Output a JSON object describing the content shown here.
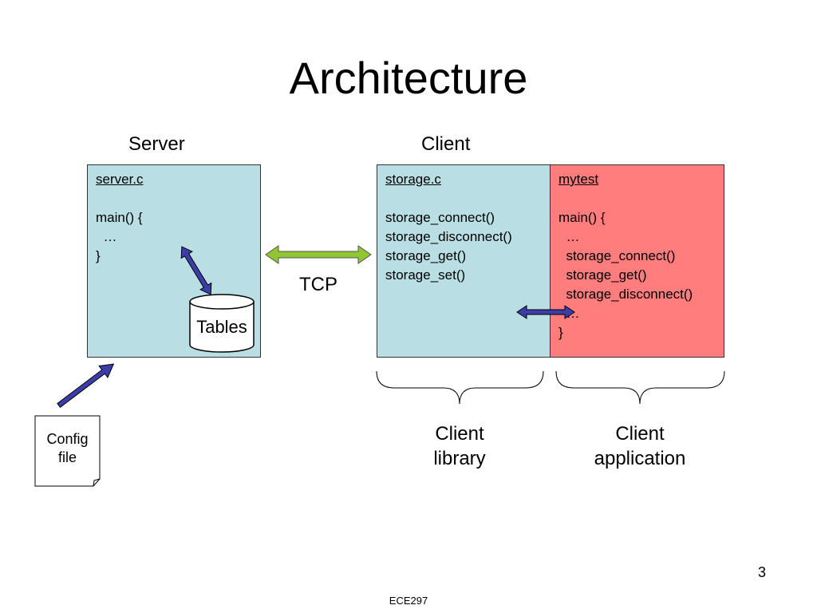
{
  "slide": {
    "title": "Architecture",
    "page_number": "3",
    "footer": "ECE297"
  },
  "server": {
    "heading": "Server",
    "filename": "server.c",
    "code": [
      "main() {",
      "  …",
      "}"
    ],
    "db_label": "Tables"
  },
  "client": {
    "heading": "Client",
    "library": {
      "filename": "storage.c",
      "code": [
        "storage_connect()",
        "storage_disconnect()",
        "storage_get()",
        "storage_set()"
      ],
      "caption_line1": "Client",
      "caption_line2": "library"
    },
    "application": {
      "filename": "mytest",
      "code": [
        "main() {",
        "  …",
        "  storage_connect()",
        "  storage_get()",
        "  storage_disconnect()",
        "  …",
        "}"
      ],
      "caption_line1": "Client",
      "caption_line2": "application"
    }
  },
  "connection_label": "TCP",
  "config_file": {
    "line1": "Config",
    "line2": "file"
  },
  "colors": {
    "server_box": "#b9dfe4",
    "library_box": "#b9dfe4",
    "application_box": "#ff7d7d",
    "tcp_arrow": "#92c532",
    "internal_arrow": "#3d3daa"
  }
}
